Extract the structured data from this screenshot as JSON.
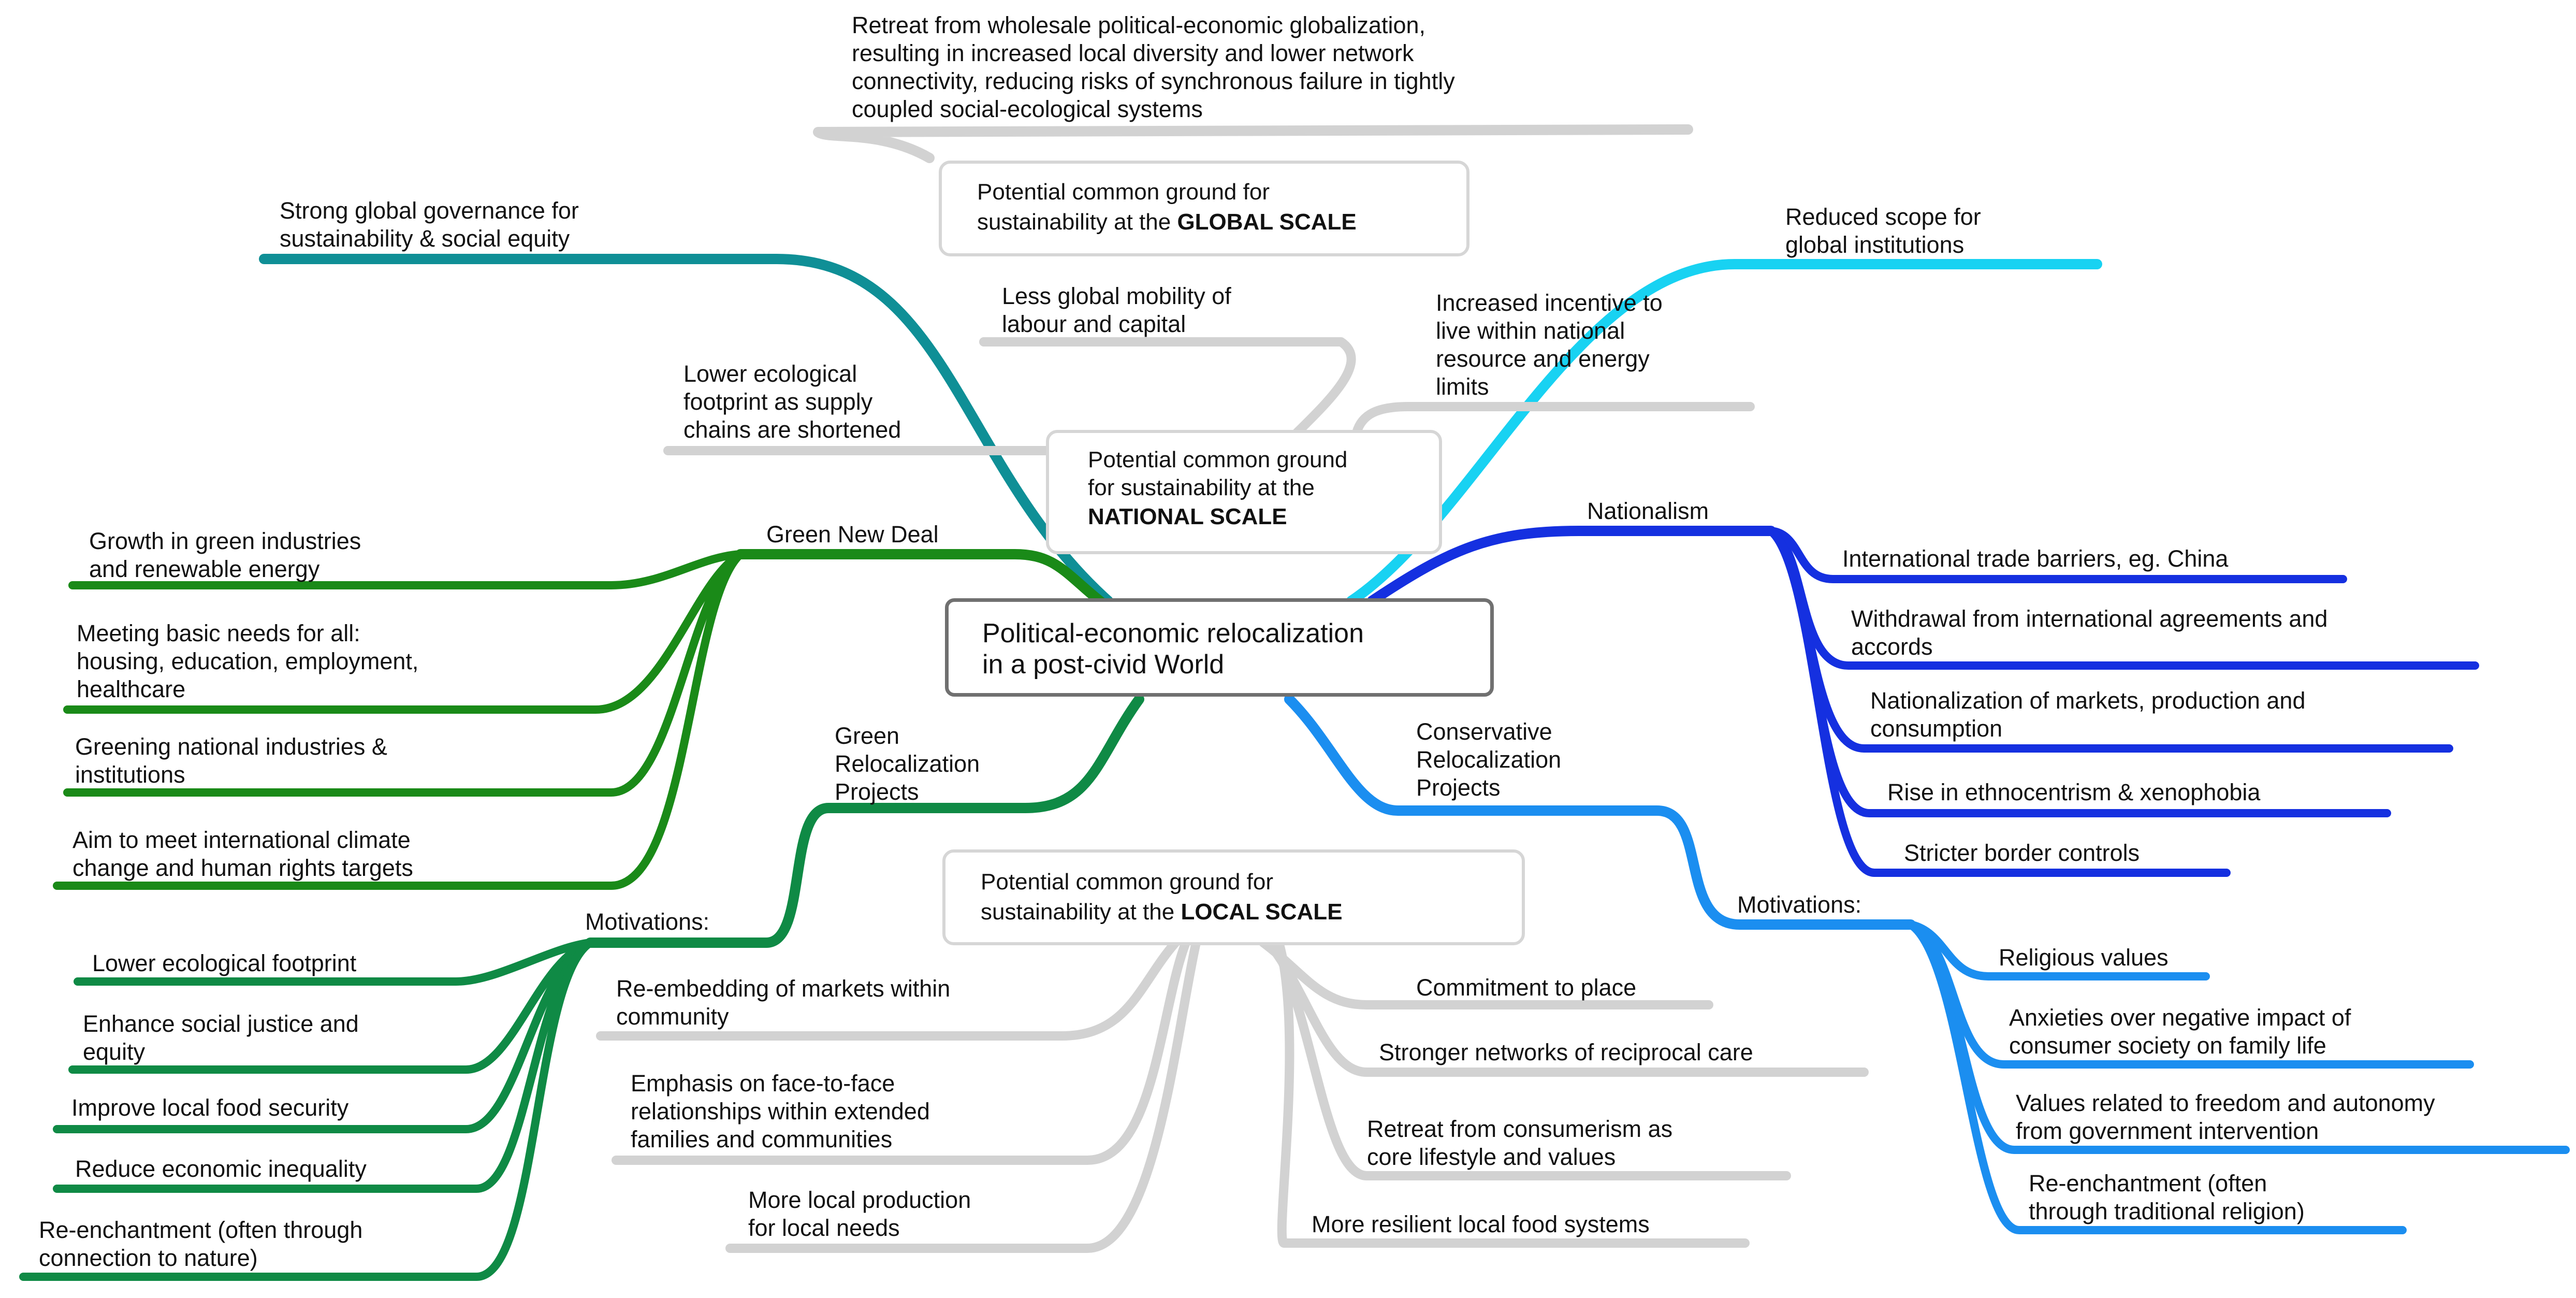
{
  "central_topic": {
    "line1": "Political-economic relocalization",
    "line2": "in a post-civid World"
  },
  "scale_boxes": {
    "global": {
      "line1": "Potential common ground for",
      "line2_prefix": "sustainability at the ",
      "line2_bold": "GLOBAL SCALE"
    },
    "national": {
      "line1": "Potential common ground",
      "line2": "for sustainability at the",
      "line3_bold": "NATIONAL SCALE"
    },
    "local": {
      "line1": "Potential common ground for",
      "line2_prefix": "sustainability at the ",
      "line2_bold": "LOCAL SCALE"
    }
  },
  "global_items": {
    "top_retreat": [
      "Retreat from wholesale political-economic globalization,",
      "resulting in increased local diversity and lower network",
      "connectivity, reducing risks of synchronous failure in tightly",
      "coupled social-ecological systems"
    ],
    "strong_governance": [
      "Strong global governance for",
      "sustainability & social equity"
    ],
    "reduced_scope": [
      "Reduced scope for",
      "global institutions"
    ]
  },
  "national_items": {
    "less_mobility": [
      "Less global mobility of",
      "labour and capital"
    ],
    "incentive": [
      "Increased incentive to",
      "live within national",
      "resource and energy",
      "limits"
    ],
    "lower_footprint": [
      "Lower ecological",
      "footprint as supply",
      "chains are shortened"
    ]
  },
  "green_new_deal": {
    "title": "Green New Deal",
    "items": [
      [
        "Growth in green industries",
        "and renewable energy"
      ],
      [
        "Meeting basic needs for all:",
        "housing, education, employment,",
        "healthcare"
      ],
      [
        "Greening national industries &",
        "institutions"
      ],
      [
        "Aim to meet international climate",
        "change and human rights targets"
      ]
    ]
  },
  "nationalism": {
    "title": "Nationalism",
    "items": [
      [
        "International trade barriers, eg. China"
      ],
      [
        "Withdrawal from international agreements and",
        "accords"
      ],
      [
        "Nationalization of markets, production and",
        "consumption"
      ],
      [
        "Rise in ethnocentrism & xenophobia"
      ],
      [
        "Stricter border controls"
      ]
    ]
  },
  "green_relocalization": {
    "title": [
      "Green",
      "Relocalization",
      "Projects"
    ],
    "motivations_label": "Motivations:",
    "motivations": [
      [
        "Lower ecological footprint"
      ],
      [
        "Enhance social justice and",
        "equity"
      ],
      [
        "Improve local food security"
      ],
      [
        "Reduce economic inequality"
      ],
      [
        "Re-enchantment (often through",
        "connection to nature)"
      ]
    ]
  },
  "conservative_relocalization": {
    "title": [
      "Conservative",
      "Relocalization",
      "Projects"
    ],
    "motivations_label": "Motivations:",
    "motivations": [
      [
        "Religious values"
      ],
      [
        "Anxieties over negative impact of",
        "consumer society on family life"
      ],
      [
        "Values related to freedom and autonomy",
        "from government intervention"
      ],
      [
        "Re-enchantment (often",
        "through traditional religion)"
      ]
    ]
  },
  "local_items": {
    "left": [
      [
        "Re-embedding of markets within",
        "community"
      ],
      [
        "Emphasis on face-to-face",
        "relationships within extended",
        "families and communities"
      ],
      [
        "More local production",
        "for local needs"
      ]
    ],
    "right": [
      [
        "Commitment to place"
      ],
      [
        "Stronger networks of reciprocal care"
      ],
      [
        "Retreat from consumerism as",
        "core lifestyle and values"
      ],
      [
        "More resilient local food systems"
      ]
    ]
  },
  "colors": {
    "teal": "#0f8f96",
    "cyan": "#18d2f2",
    "green": "#1a8a18",
    "green2": "#0f8a45",
    "blue": "#1530e0",
    "sky": "#1b8ef0",
    "gray": "#d2d2d2",
    "center_border": "#707070"
  }
}
